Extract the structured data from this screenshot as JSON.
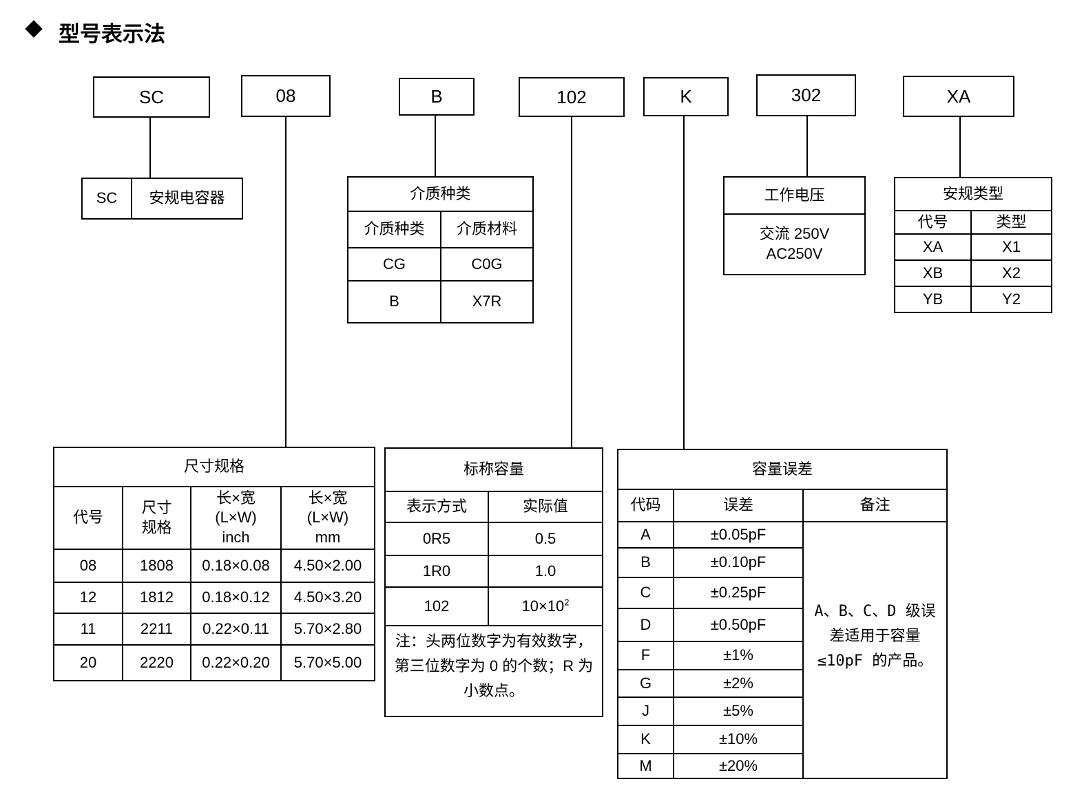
{
  "title": "型号表示法",
  "codes": [
    "SC",
    "08",
    "B",
    "102",
    "K",
    "302",
    "XA"
  ],
  "series": {
    "code": "SC",
    "name": "安规电容器"
  },
  "dielectric": {
    "title": "介质种类",
    "headers": [
      "介质种类",
      "介质材料"
    ],
    "rows": [
      [
        "CG",
        "C0G"
      ],
      [
        "B",
        "X7R"
      ]
    ]
  },
  "voltage": {
    "title": "工作电压",
    "line1": "交流 250V",
    "line2": "AC250V"
  },
  "safety": {
    "title": "安规类型",
    "headers": [
      "代号",
      "类型"
    ],
    "rows": [
      [
        "XA",
        "X1"
      ],
      [
        "XB",
        "X2"
      ],
      [
        "YB",
        "Y2"
      ]
    ]
  },
  "size": {
    "title": "尺寸规格",
    "headers": [
      "代号",
      "尺寸规格",
      "长×宽 (L×W) inch",
      "长×宽 (L×W) mm"
    ],
    "header_lines": [
      [
        "代号"
      ],
      [
        "尺寸",
        "规格"
      ],
      [
        "长×宽",
        "(L×W)",
        "inch"
      ],
      [
        "长×宽",
        "(L×W)",
        "mm"
      ]
    ],
    "rows": [
      [
        "08",
        "1808",
        "0.18×0.08",
        "4.50×2.00"
      ],
      [
        "12",
        "1812",
        "0.18×0.12",
        "4.50×3.20"
      ],
      [
        "11",
        "2211",
        "0.22×0.11",
        "5.70×2.80"
      ],
      [
        "20",
        "2220",
        "0.22×0.20",
        "5.70×5.00"
      ]
    ]
  },
  "capacitance": {
    "title": "标称容量",
    "headers": [
      "表示方式",
      "实际值"
    ],
    "rows": [
      [
        "0R5",
        "0.5"
      ],
      [
        "1R0",
        "1.0"
      ]
    ],
    "last_row": {
      "code": "102",
      "base": "10×10",
      "exp": "2"
    },
    "note": "注：头两位数字为有效数字，第三位数字为 0 的个数；R 为小数点。"
  },
  "tolerance": {
    "title": "容量误差",
    "headers": [
      "代码",
      "误差",
      "备注"
    ],
    "rows": [
      [
        "A",
        "±0.05pF"
      ],
      [
        "B",
        "±0.10pF"
      ],
      [
        "C",
        "±0.25pF"
      ],
      [
        "D",
        "±0.50pF"
      ],
      [
        "F",
        "±1%"
      ],
      [
        "G",
        "±2%"
      ],
      [
        "J",
        "±5%"
      ],
      [
        "K",
        "±10%"
      ],
      [
        "M",
        "±20%"
      ]
    ],
    "remark": "A、B、C、D 级误差适用于容量≤10pF 的产品。"
  }
}
